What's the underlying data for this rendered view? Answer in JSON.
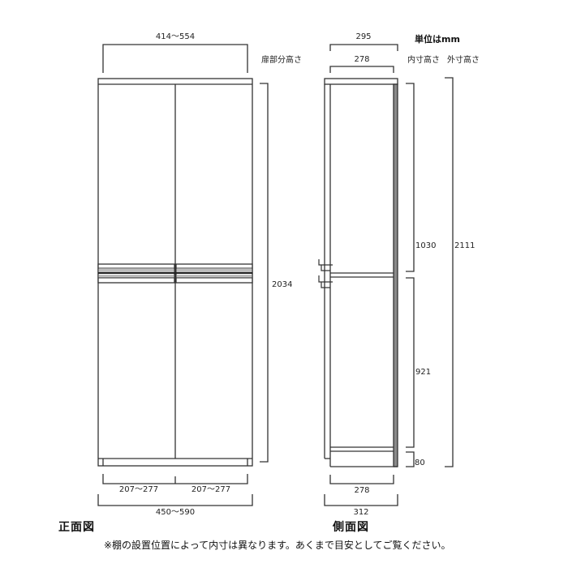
{
  "unit_label": "単位はmm",
  "front_view": {
    "title": "正面図",
    "door_height_label": "扉部分高さ",
    "dims": {
      "top_width": "414〜554",
      "height": "2034",
      "door_left": "207〜277",
      "door_right": "207〜277",
      "total_width": "450〜590"
    }
  },
  "side_view": {
    "title": "側面図",
    "inner_height_label": "内寸高さ",
    "outer_height_label": "外寸高さ",
    "dims": {
      "top_outer_depth": "295",
      "top_inner_depth": "278",
      "upper_inner_height": "1030",
      "lower_inner_height": "921",
      "plinth_height": "80",
      "outer_height": "2111",
      "bottom_inner_depth": "278",
      "bottom_outer_depth": "312"
    },
    "colors": {
      "back_panel": "#8a8a8a",
      "line": "#333333"
    }
  },
  "note": "※棚の設置位置によって内寸は異なります。あくまで目安としてご覧ください。"
}
